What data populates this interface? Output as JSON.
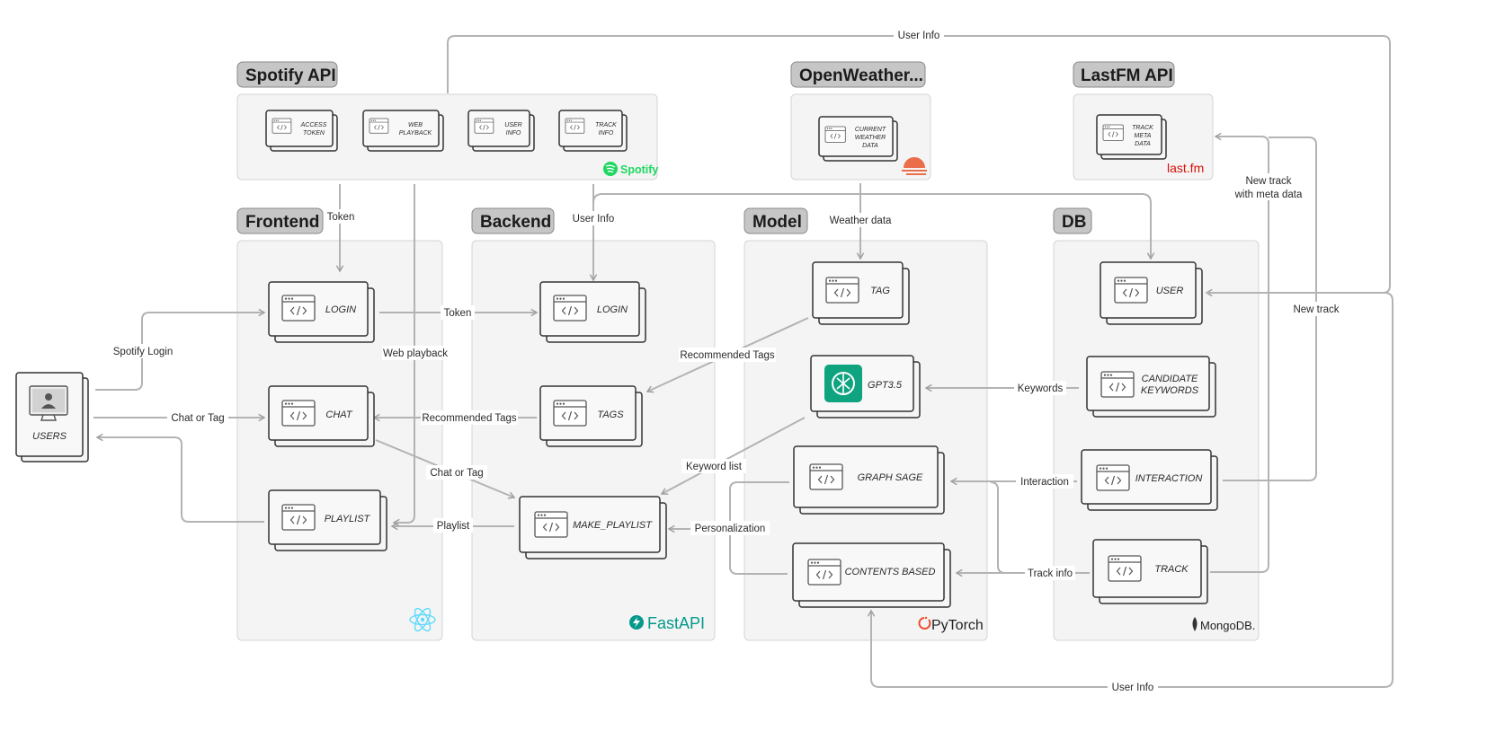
{
  "sections": {
    "spotify_api": "Spotify API",
    "openweather": "OpenWeather...",
    "lastfm_api": "LastFM API",
    "frontend": "Frontend",
    "backend": "Backend",
    "model": "Model",
    "db": "DB"
  },
  "logos": {
    "spotify": "Spotify",
    "lastfm": "last.fm",
    "fastapi": "FastAPI",
    "pytorch": "PyTorch",
    "mongodb": "MongoDB."
  },
  "nodes": {
    "access_token": [
      "ACCESS",
      "TOKEN"
    ],
    "web_playback": [
      "WEB",
      "PLAYBACK"
    ],
    "user_info": [
      "USER",
      "INFO"
    ],
    "track_info": [
      "TRACK",
      "INFO"
    ],
    "current_weather": [
      "CURRENT",
      "WEATHER",
      "DATA"
    ],
    "track_meta": [
      "TRACK",
      "META",
      "DATA"
    ],
    "fe_login": "LOGIN",
    "fe_chat": "CHAT",
    "fe_playlist": "PLAYLIST",
    "be_login": "LOGIN",
    "be_tags": "TAGS",
    "be_make_playlist": "MAKE_PLAYLIST",
    "m_tag": "TAG",
    "m_gpt": "GPT3.5",
    "m_graph_sage": "GRAPH SAGE",
    "m_contents_based": "CONTENTS BASED",
    "db_user": "USER",
    "db_candidate": [
      "CANDIDATE",
      "KEYWORDS"
    ],
    "db_interaction": "INTERACTION",
    "db_track": "TRACK",
    "users": "USERS"
  },
  "edge_labels": {
    "user_info_top": "User Info",
    "token_down": "Token",
    "user_info_backend": "User Info",
    "weather_data": "Weather data",
    "new_track_meta_1": "New track",
    "new_track_meta_2": "with meta data",
    "new_track": "New track",
    "spotify_login": "Spotify Login",
    "chat_or_tag_left": "Chat or Tag",
    "token_right": "Token",
    "web_playback": "Web playback",
    "recommended_tags_model": "Recommended Tags",
    "recommended_tags_fe": "Recommended Tags",
    "keywords": "Keywords",
    "chat_or_tag_mid": "Chat or Tag",
    "keyword_list": "Keyword list",
    "interaction": "Interaction",
    "playlist": "Playlist",
    "personalization": "Personalization",
    "track_info": "Track info",
    "user_info_bottom": "User Info"
  },
  "colors": {
    "spotify": "#1ed760",
    "lastfm": "#d51007",
    "fastapi": "#05998b",
    "pytorch": "#ee4c2c",
    "react": "#61dafb",
    "openweather": "#eb6e4b",
    "gpt": "#10a37f"
  }
}
